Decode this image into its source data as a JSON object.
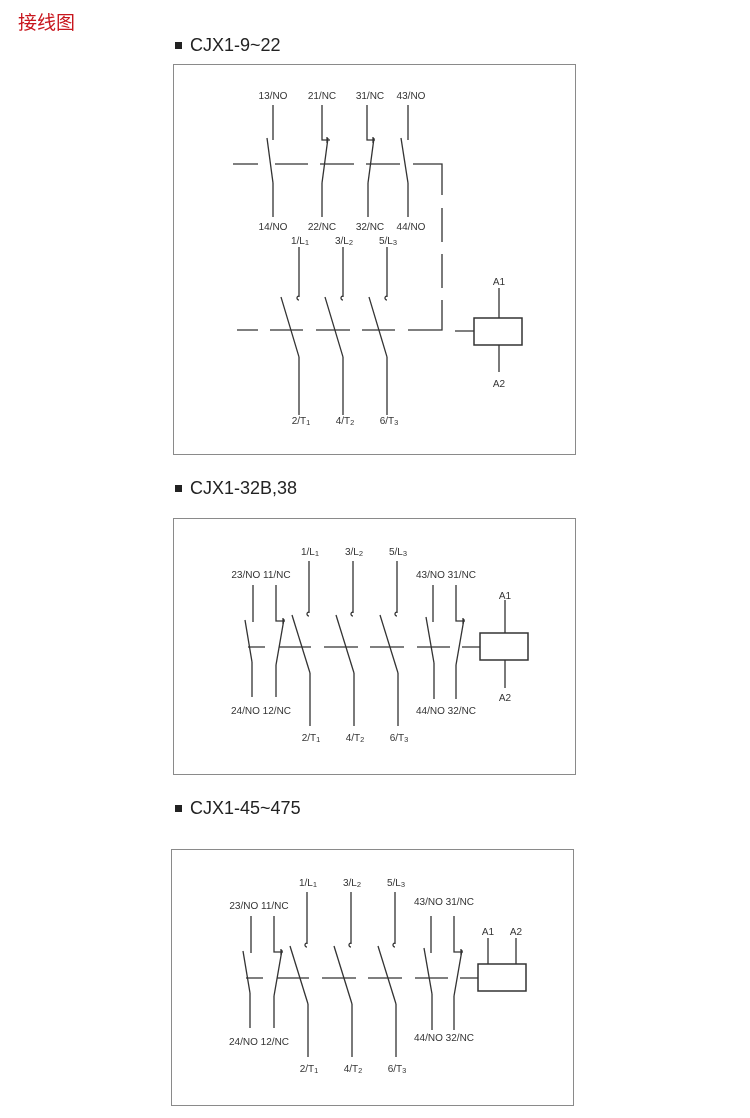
{
  "title": "接线图",
  "diagrams": [
    {
      "heading": "CJX1-9~22",
      "aux_top": [
        "13/NO",
        "21/NC",
        "31/NC",
        "43/NO"
      ],
      "aux_bottom": [
        "14/NO",
        "22/NC",
        "32/NC",
        "44/NO"
      ],
      "main_top": [
        {
          "m": "1/L",
          "s": "1"
        },
        {
          "m": "3/L",
          "s": "2"
        },
        {
          "m": "5/L",
          "s": "3"
        }
      ],
      "main_bottom": [
        {
          "m": "2/T",
          "s": "1"
        },
        {
          "m": "4/T",
          "s": "2"
        },
        {
          "m": "6/T",
          "s": "3"
        }
      ],
      "coil": [
        "A1",
        "A2"
      ]
    },
    {
      "heading": "CJX1-32B,38",
      "aux_top": [
        "23/NO 11/NC",
        "43/NO 31/NC"
      ],
      "aux_bottom": [
        "24/NO 12/NC",
        "44/NO 32/NC"
      ],
      "main_top": [
        {
          "m": "1/L",
          "s": "1"
        },
        {
          "m": "3/L",
          "s": "2"
        },
        {
          "m": "5/L",
          "s": "3"
        }
      ],
      "main_bottom": [
        {
          "m": "2/T",
          "s": "1"
        },
        {
          "m": "4/T",
          "s": "2"
        },
        {
          "m": "6/T",
          "s": "3"
        }
      ],
      "coil": [
        "A1",
        "A2"
      ]
    },
    {
      "heading": "CJX1-45~475",
      "aux_top": [
        "23/NO 11/NC",
        "43/NO 31/NC"
      ],
      "aux_bottom": [
        "24/NO 12/NC",
        "44/NO 32/NC"
      ],
      "main_top": [
        {
          "m": "1/L",
          "s": "1"
        },
        {
          "m": "3/L",
          "s": "2"
        },
        {
          "m": "5/L",
          "s": "3"
        }
      ],
      "main_bottom": [
        {
          "m": "2/T",
          "s": "1"
        },
        {
          "m": "4/T",
          "s": "2"
        },
        {
          "m": "6/T",
          "s": "3"
        }
      ],
      "coil": [
        "A1",
        "A2"
      ]
    }
  ]
}
